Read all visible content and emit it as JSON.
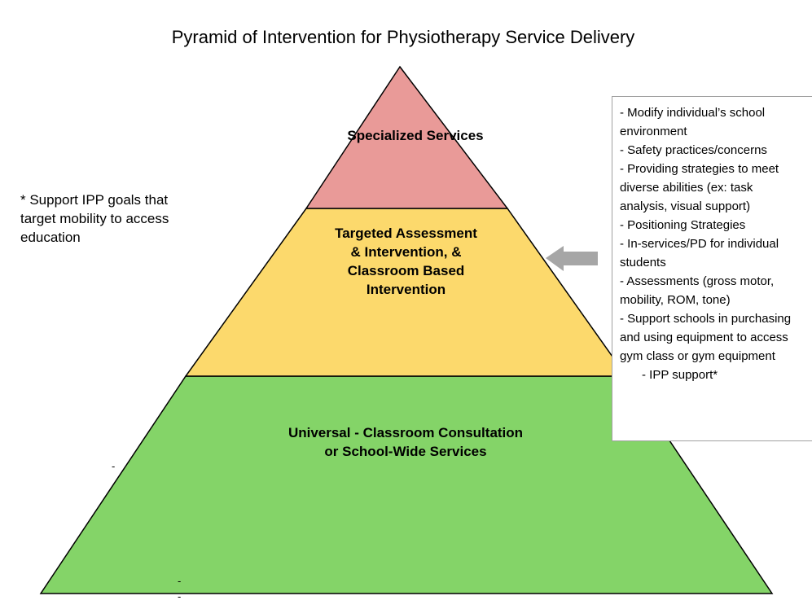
{
  "title": "Pyramid of Intervention for Physiotherapy Service Delivery",
  "tiers": {
    "top": {
      "label": "Specialized Services",
      "color": "#e99a98"
    },
    "middle": {
      "lines": [
        "Targeted Assessment",
        "& Intervention, &",
        "Classroom Based",
        "Intervention"
      ],
      "color": "#fcd96c"
    },
    "bottom": {
      "lines": [
        "Universal - Classroom Consultation",
        "or School-Wide Services"
      ],
      "color": "#84d468"
    }
  },
  "side_note": {
    "lines": [
      "* Support IPP goals that",
      "target mobility to access",
      "education"
    ]
  },
  "bullet_box": {
    "lines": [
      "- Modify individual’s school",
      "environment",
      "- Safety practices/concerns",
      "- Providing strategies to meet",
      "diverse abilities (ex: task",
      "analysis, visual support)",
      "- Positioning Strategies",
      "- In-services/PD for individual",
      "students",
      "- Assessments (gross motor,",
      "mobility, ROM, tone)",
      "- Support schools in purchasing",
      "and using equipment to access",
      "gym class or gym equipment"
    ],
    "indented_line": "- IPP support*"
  },
  "arrow": {
    "direction": "left",
    "color": "#a6a6a6"
  },
  "stray_marks": [
    "-",
    "-",
    "-"
  ]
}
